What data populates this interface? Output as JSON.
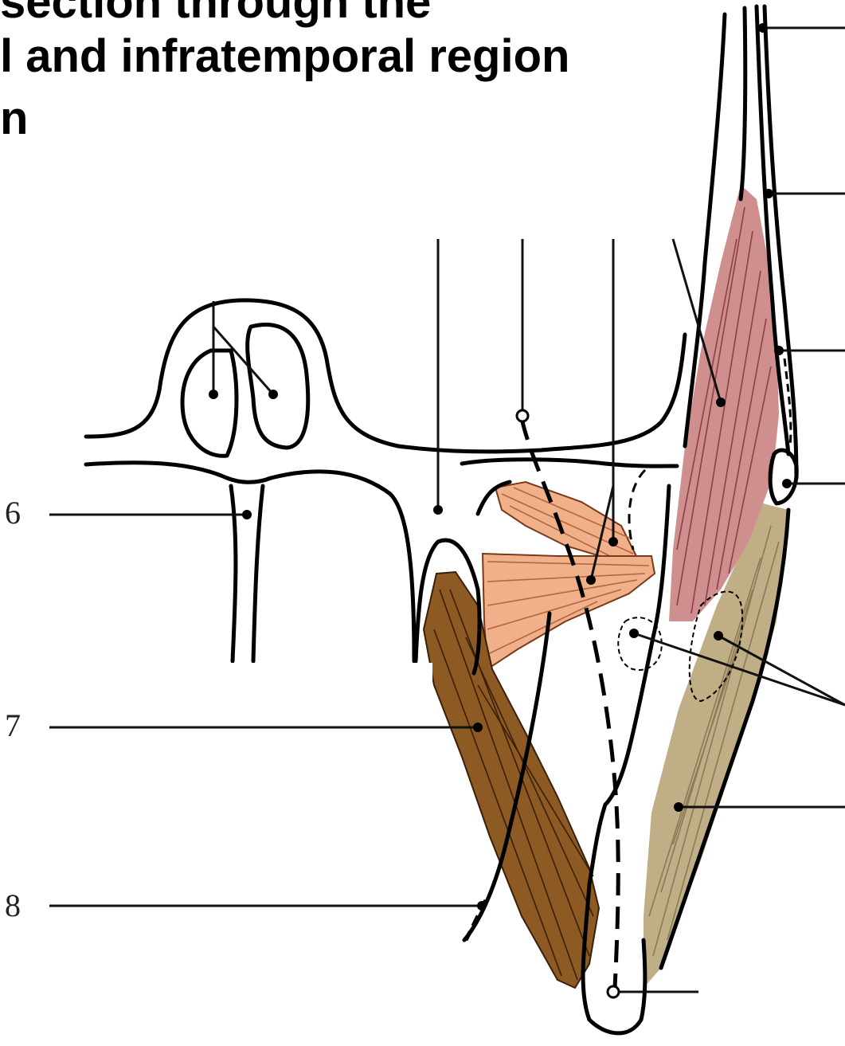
{
  "title": {
    "line1": "section through the",
    "line2": "l and infratemporal region",
    "line3": "n"
  },
  "labels": {
    "six": "6",
    "seven": "7",
    "eight": "8"
  },
  "colors": {
    "temporalis": "#cf8f8f",
    "pterygoid": "#f0b08a",
    "medial_pterygoid": "#8c5a22",
    "masseter": "#bfae86",
    "outline": "#000000"
  }
}
